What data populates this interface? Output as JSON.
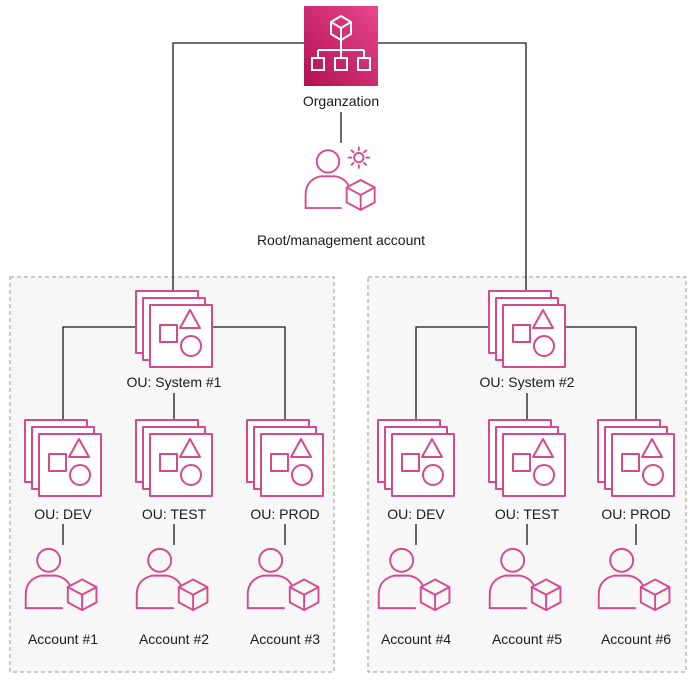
{
  "colors": {
    "accent": "#d6498a",
    "org_gradient_start": "#b0124f",
    "org_gradient_end": "#e9468e",
    "line": "#1a1a1a",
    "group_border": "#9a9a9a",
    "group_fill": "#f7f7f7"
  },
  "organization": {
    "label": "Organzation",
    "icon": "organization-icon"
  },
  "root_account": {
    "label": "Root/management account",
    "icon": "management-account-icon"
  },
  "systems": [
    {
      "label": "OU: System #1",
      "icon": "organizational-unit-icon",
      "ous": [
        {
          "label": "OU: DEV",
          "account": "Account #1"
        },
        {
          "label": "OU: TEST",
          "account": "Account #2"
        },
        {
          "label": "OU: PROD",
          "account": "Account #3"
        }
      ]
    },
    {
      "label": "OU: System #2",
      "icon": "organizational-unit-icon",
      "ous": [
        {
          "label": "OU: DEV",
          "account": "Account #4"
        },
        {
          "label": "OU: TEST",
          "account": "Account #5"
        },
        {
          "label": "OU: PROD",
          "account": "Account #6"
        }
      ]
    }
  ]
}
